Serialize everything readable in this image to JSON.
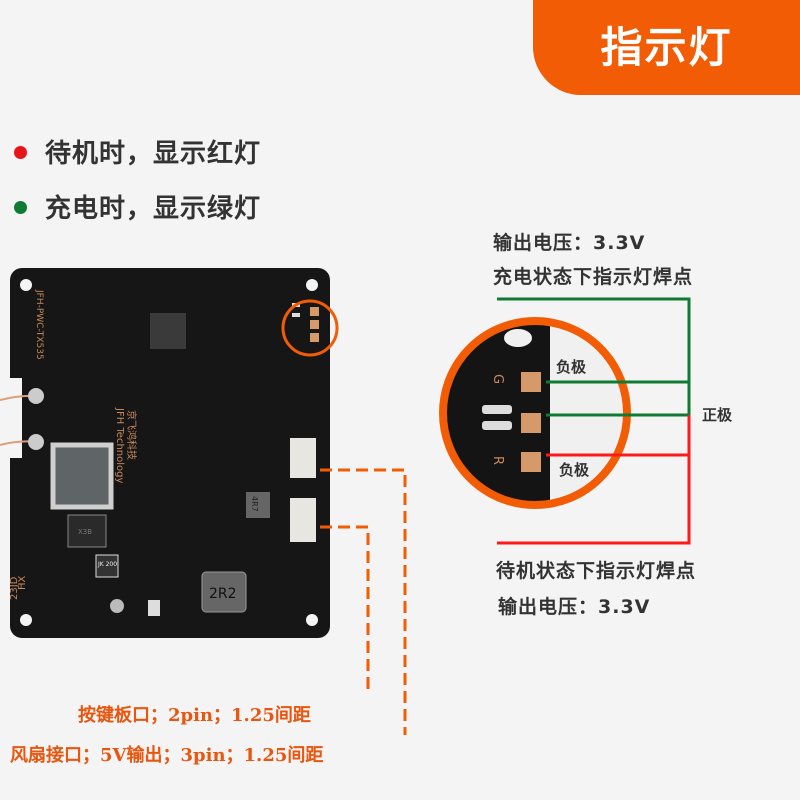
{
  "header": {
    "title": "指示灯",
    "accent": "#f25c05"
  },
  "legend": [
    {
      "color": "#e8141a",
      "text": "待机时，显示红灯"
    },
    {
      "color": "#0e7a32",
      "text": "充电时，显示绿灯"
    }
  ],
  "callouts": {
    "charging": {
      "voltage": "输出电压：3.3V",
      "label": "充电状态下指示灯焊点",
      "color": "#0e7a32"
    },
    "standby": {
      "label": "待机状态下指示灯焊点",
      "voltage": "输出电压：3.3V",
      "color": "#ff1a1a"
    },
    "negative_top": "负极",
    "positive": "正极",
    "negative_bottom": "负极"
  },
  "ports": {
    "button_port": "按键板口；2pin；1.25间距",
    "fan_port": "风扇接口；5V输出；3pin；1.25间距"
  },
  "board": {
    "model": "JFH-PWC-TX535",
    "brand_en": "JFH Technology",
    "brand_cn": "京飞鸿科技",
    "code1": "HX",
    "code2": "23JD",
    "inductor": "2R2",
    "inductor2": "4R7",
    "chip": "JK 200",
    "diode": "X3B",
    "pad_g": "G",
    "pad_r": "R"
  }
}
